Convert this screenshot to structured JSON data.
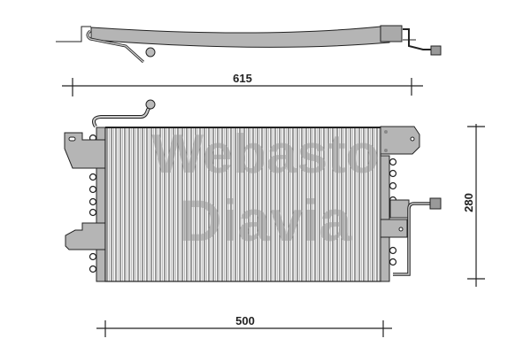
{
  "drawing": {
    "subject": "AC condenser technical drawing",
    "colors": {
      "line": "#222222",
      "fill": "#b8b8b8",
      "core": "#ffffff",
      "watermark": "#9a9a9a"
    }
  },
  "dimensions": {
    "top_width": "615",
    "core_width": "500",
    "height": "280"
  },
  "watermark": {
    "line1": "Webasto",
    "line2": "Diavia"
  }
}
